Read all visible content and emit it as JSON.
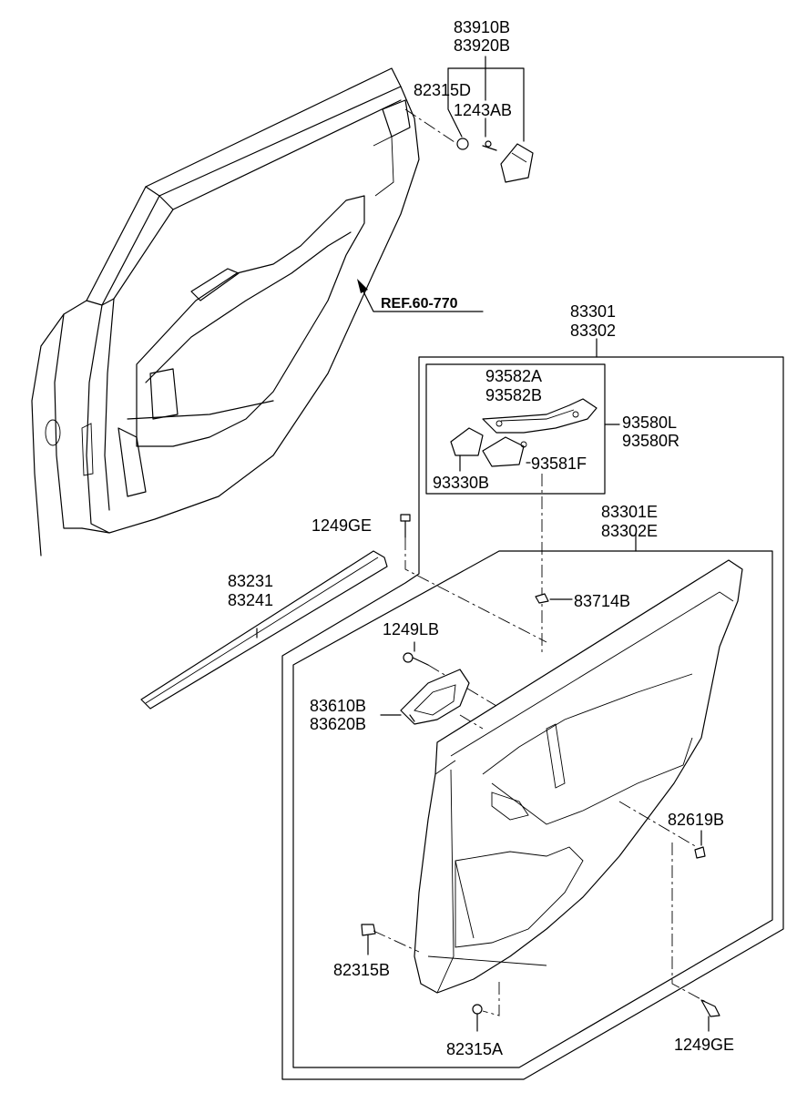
{
  "diagram": {
    "labels": {
      "p83910b": "83910B",
      "p83920b": "83920B",
      "p82315d": "82315D",
      "p1243ab": "1243AB",
      "ref": "REF.60-770",
      "p83301": "83301",
      "p83302": "83302",
      "p93582a": "93582A",
      "p93582b": "93582B",
      "p93580l": "93580L",
      "p93580r": "93580R",
      "p93330b": "93330B",
      "p93581f": "93581F",
      "p1249ge_top": "1249GE",
      "p83301e": "83301E",
      "p83302e": "83302E",
      "p83231": "83231",
      "p83241": "83241",
      "p83714b": "83714B",
      "p1249lb": "1249LB",
      "p83610b": "83610B",
      "p83620b": "83620B",
      "p82619b": "82619B",
      "p82315b": "82315B",
      "p82315a": "82315A",
      "p1249ge_bottom": "1249GE"
    }
  }
}
